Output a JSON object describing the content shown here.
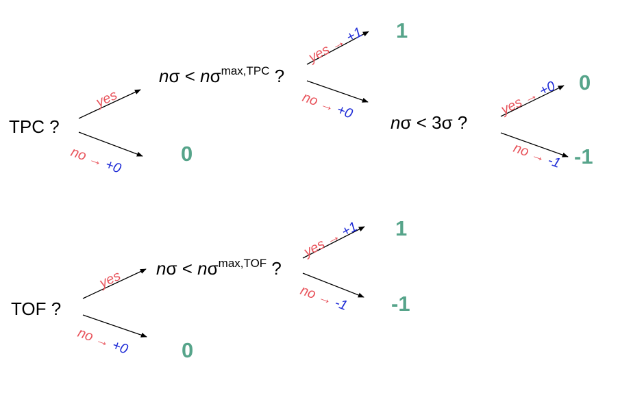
{
  "trees": [
    {
      "root": "TPC ?",
      "cond1": {
        "pre": "n",
        "mid": "σ < ",
        "pre2": "n",
        "mid2": "σ",
        "sup": "max,TPC",
        "post": " ?"
      },
      "cond2": {
        "pre": "n",
        "mid": "σ < 3σ ?"
      },
      "root_yes": "yes",
      "root_no": {
        "word": "no",
        "arrow": "→",
        "score": "+0"
      },
      "c1_yes": {
        "word": "yes",
        "arrow": "→",
        "score": "+1"
      },
      "c1_no": {
        "word": "no",
        "arrow": "→",
        "score": "+0"
      },
      "c2_yes": {
        "word": "yes",
        "arrow": "→",
        "score": "+0"
      },
      "c2_no": {
        "word": "no",
        "arrow": "→",
        "score": "-1"
      },
      "results": {
        "root_no": "0",
        "c1_yes": "1",
        "c2_yes": "0",
        "c2_no": "-1"
      }
    },
    {
      "root": "TOF ?",
      "cond1": {
        "pre": "n",
        "mid": "σ < ",
        "pre2": "n",
        "mid2": "σ",
        "sup": "max,TOF",
        "post": " ?"
      },
      "root_yes": "yes",
      "root_no": {
        "word": "no",
        "arrow": "→",
        "score": "+0"
      },
      "c1_yes": {
        "word": "yes",
        "arrow": "→",
        "score": "+1"
      },
      "c1_no": {
        "word": "no",
        "arrow": "→",
        "score": "-1"
      },
      "results": {
        "root_no": "0",
        "c1_yes": "1",
        "c1_no": "-1"
      }
    }
  ],
  "colors": {
    "result": "#56a48a",
    "word": "#e8535b",
    "score": "#1e2bd6"
  }
}
